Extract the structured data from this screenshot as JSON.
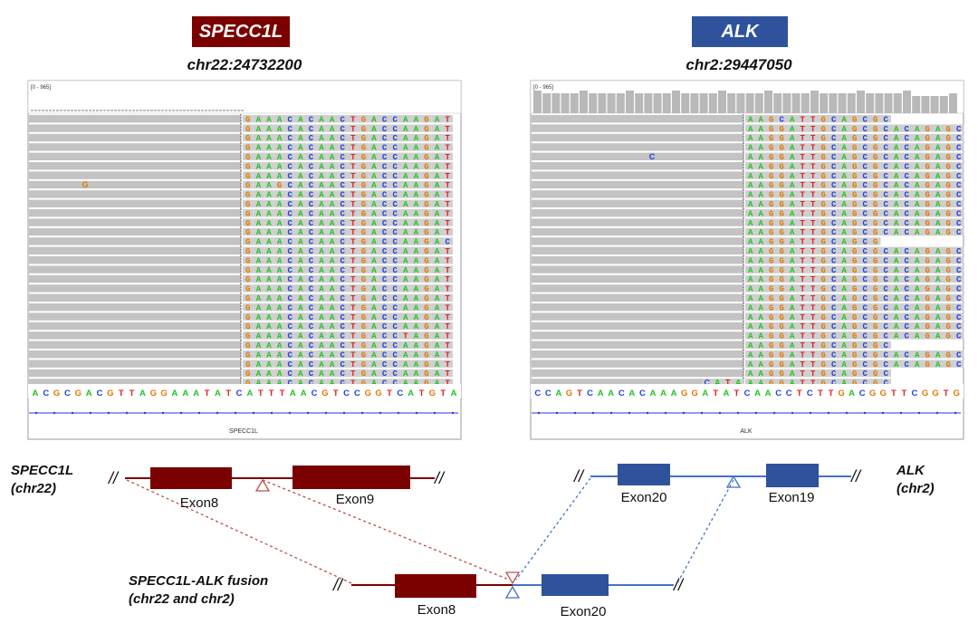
{
  "colors": {
    "specc1l": "#7b0000",
    "alk": "#2f529d",
    "fusion_link_red": "#c0504d",
    "fusion_link_blue": "#4472c4",
    "base_A": "#22c322",
    "base_C": "#1f3fe0",
    "base_G": "#e07800",
    "base_T": "#e01f1f",
    "read_gray": "#c3c3c3"
  },
  "left_panel": {
    "gene_label": "SPECC1L",
    "coordinate": "chr22:24732200",
    "range_label": "[0 - 965]",
    "read_seq": "GAAACACAACTGACCAAGAT",
    "read_variants": [
      {
        "row": 7,
        "pos": 3,
        "base": "G"
      },
      {
        "row": 23,
        "pos": 15,
        "base": "T"
      },
      {
        "row": 13,
        "pos": 19,
        "base": "C"
      }
    ],
    "left_mismatch": {
      "row": 7,
      "base": "G"
    },
    "reference_seq": "ACGCGACGTTAGGAAATATCATTTAACGTCCGGTCATGTA",
    "track_label": "SPECC1L"
  },
  "right_panel": {
    "gene_label": "ALK",
    "coordinate": "chr2:29447050",
    "range_label": "[0 - 965]",
    "read_seq": "AAGGATTGCAGCGCACAGAGC",
    "first_read_seq": "AAGCATTGCAGCGC",
    "left_mismatch": {
      "row": 4,
      "base": "C"
    },
    "left_overhang": "CATA",
    "reference_seq": "CCAGTCAACACAAAGGATATCAACCTCTTGACGGTTCGGTG",
    "track_label": "ALK"
  },
  "schematic": {
    "specc1l_label_line1": "SPECC1L",
    "specc1l_label_line2": "(chr22)",
    "specc1l_exon_a": "Exon8",
    "specc1l_exon_b": "Exon9",
    "alk_label_line1": "ALK",
    "alk_label_line2": "(chr2)",
    "alk_exon_a": "Exon20",
    "alk_exon_b": "Exon19",
    "fusion_label_line1": "SPECC1L-ALK fusion",
    "fusion_label_line2": "(chr22 and chr2)",
    "fusion_exon_a": "Exon8",
    "fusion_exon_b": "Exon20",
    "break_mark": "//"
  }
}
